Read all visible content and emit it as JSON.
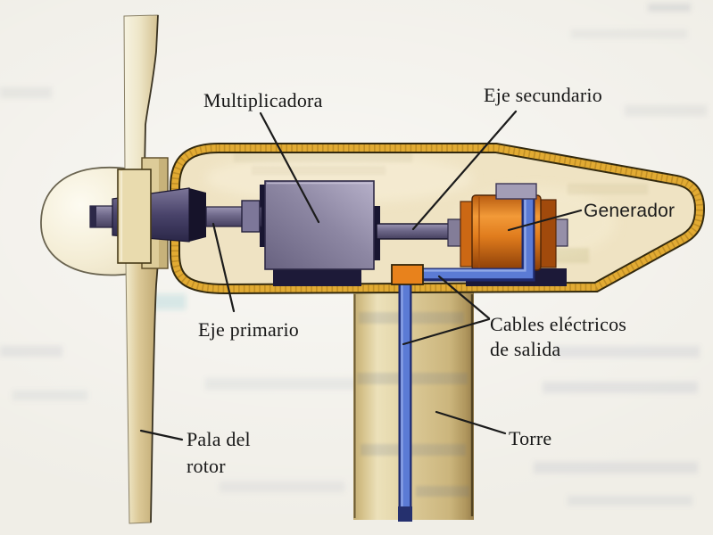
{
  "figure": {
    "type": "labeled-diagram",
    "labels": {
      "multiplicadora": "Multiplicadora",
      "eje_secundario": "Eje secundario",
      "generador": "Generador",
      "eje_primario": "Eje primario",
      "cables_linea1": "Cables eléctricos",
      "cables_linea2": "de salida",
      "torre": "Torre",
      "pala_linea1": "Pala del",
      "pala_linea2": "rotor"
    },
    "colors": {
      "page_background": "#f0eee7",
      "nacelle_band_yellow": "#e2ab33",
      "nacelle_interior": "#efe3c3",
      "metal_slate": "#6e6887",
      "generator_orange": "#e0791c",
      "cable_blue": "#5b7bd5",
      "tower_tan": "#d6c28e",
      "blade_cream": "#e3d6a8",
      "outline_dark": "#32290e",
      "label_text": "#171717"
    }
  }
}
